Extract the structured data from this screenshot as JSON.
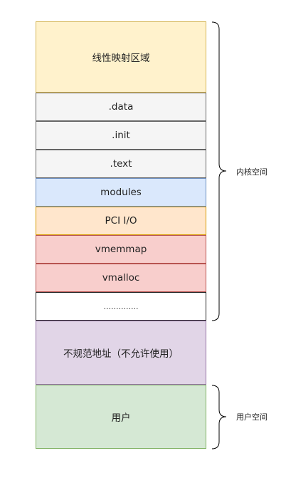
{
  "blocks": [
    {
      "label": "线性映射区域"
    },
    {
      "label": ".data"
    },
    {
      "label": ".init"
    },
    {
      "label": ".text"
    },
    {
      "label": "modules"
    },
    {
      "label": "PCI I/O"
    },
    {
      "label": "vmemmap"
    },
    {
      "label": "vmalloc"
    },
    {
      "label": ".............."
    },
    {
      "label": "不规范地址（不允许使用）"
    },
    {
      "label": "用户"
    }
  ],
  "regions": {
    "kernel": "内核空间",
    "user": "用户空间"
  },
  "colors": {
    "linear": "#fff2cc",
    "kernel_sections": "#f5f5f5",
    "modules": "#dae8fc",
    "pci": "#ffe6cc",
    "vmem": "#f8cecc",
    "noncanonical": "#e1d5e7",
    "user": "#d5e8d4"
  }
}
